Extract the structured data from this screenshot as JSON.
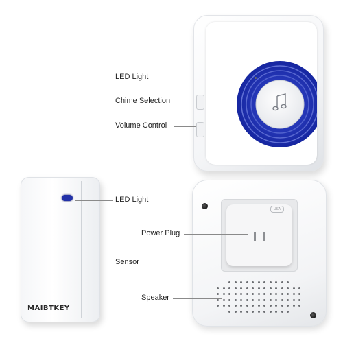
{
  "labels": {
    "led_light_top": "LED Light",
    "chime_selection": "Chime Selection",
    "volume_control": "Volume Control",
    "led_light_bottom": "LED Light",
    "sensor": "Sensor",
    "power_plug": "Power Plug",
    "speaker": "Speaker"
  },
  "sensor_brand": "MAIBTKEY",
  "icons": {
    "receiver_center": "music-note-icon"
  },
  "colors": {
    "accent_blue": "#2436b8",
    "led_blue": "#2231a8"
  }
}
